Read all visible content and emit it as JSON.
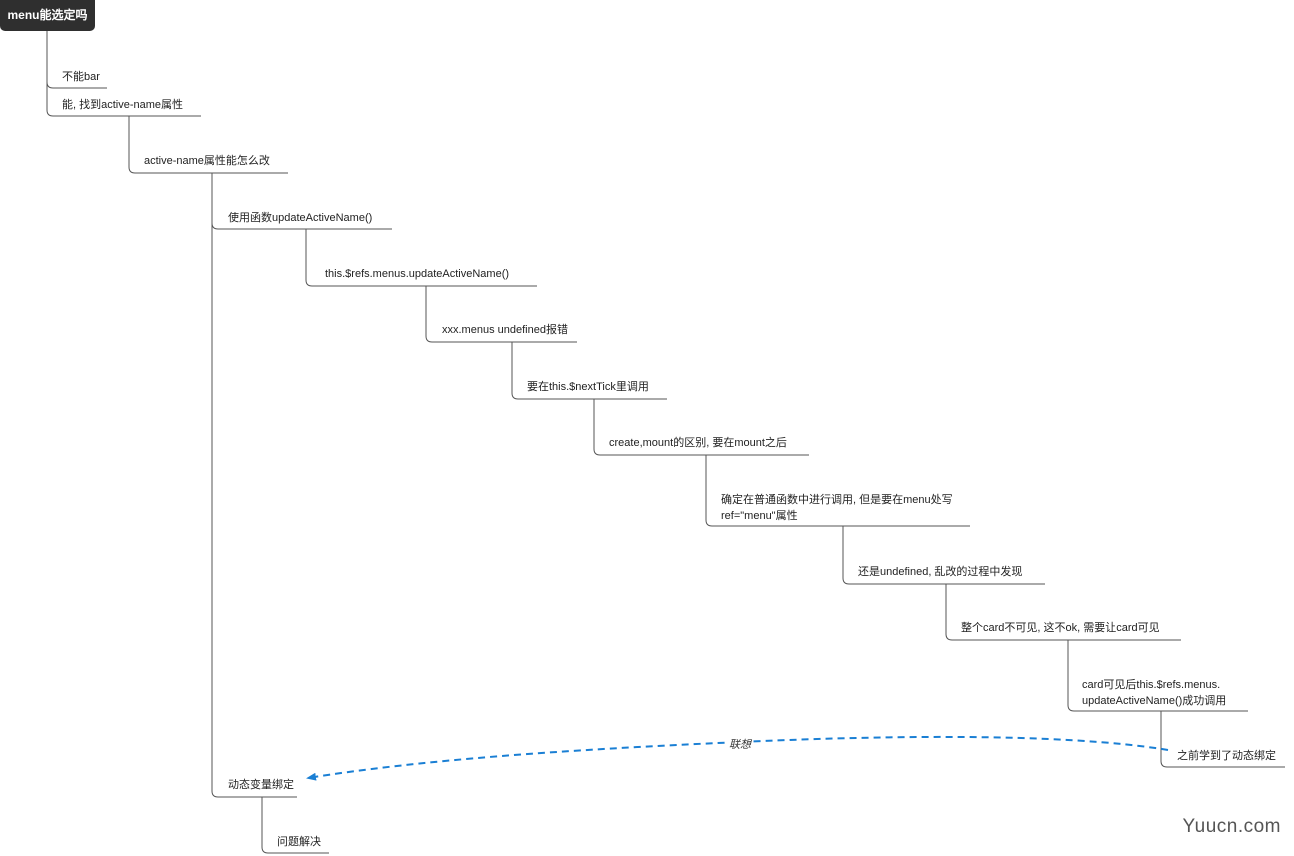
{
  "root": {
    "label": "menu能选定吗"
  },
  "nodes": [
    {
      "id": "n1",
      "label": "不能bar"
    },
    {
      "id": "n2",
      "label": "能, 找到active-name属性"
    },
    {
      "id": "n3",
      "label": "active-name属性能怎么改"
    },
    {
      "id": "n4",
      "label": "使用函数updateActiveName()"
    },
    {
      "id": "n5",
      "label": "this.$refs.menus.updateActiveName()"
    },
    {
      "id": "n6",
      "label": "xxx.menus undefined报错"
    },
    {
      "id": "n7",
      "label": "要在this.$nextTick里调用"
    },
    {
      "id": "n8",
      "label": "create,mount的区别, 要在mount之后"
    },
    {
      "id": "n9",
      "lines": [
        "确定在普通函数中进行调用, 但是要在menu处写",
        "ref=\"menu\"属性"
      ]
    },
    {
      "id": "n10",
      "label": "还是undefined, 乱改的过程中发现"
    },
    {
      "id": "n11",
      "label": "整个card不可见, 这不ok, 需要让card可见"
    },
    {
      "id": "n12",
      "lines": [
        "card可见后this.$refs.menus.",
        "updateActiveName()成功调用"
      ]
    },
    {
      "id": "n13",
      "label": "之前学到了动态绑定"
    },
    {
      "id": "n14",
      "label": "动态变量绑定"
    },
    {
      "id": "n15",
      "label": "问题解决"
    }
  ],
  "relation": {
    "label": "联想",
    "color": "#1a7fd4"
  },
  "colors": {
    "line": "#555555",
    "root_bg": "#2f2f2f"
  },
  "watermark": "Yuucn.com"
}
